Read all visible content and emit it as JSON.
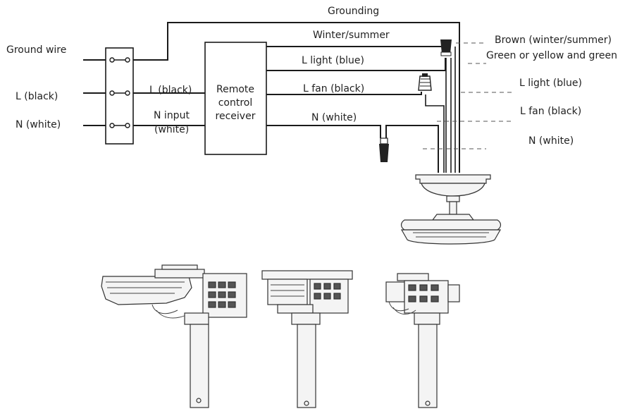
{
  "labels": {
    "grounding": "Grounding",
    "winter_summer": "Winter/summer",
    "ground_wire": "Ground wire",
    "l_light_blue_inner": "L light (blue)",
    "l_black_left": "L (black)",
    "l_black_mid": "L (black)",
    "l_fan_black_inner": "L fan (black)",
    "n_white_left": "N (white)",
    "n_input_line1": "N input",
    "n_input_line2": "(white)",
    "n_white_inner": "N (white)",
    "receiver_line1": "Remote",
    "receiver_line2": "control",
    "receiver_line3": "receiver",
    "brown": "Brown (winter/summer)",
    "green_yellow": "Green or yellow and green",
    "l_light_blue_right": "L light (blue)",
    "l_fan_black_right": "L fan (black)",
    "n_white_right": "N (white)"
  }
}
